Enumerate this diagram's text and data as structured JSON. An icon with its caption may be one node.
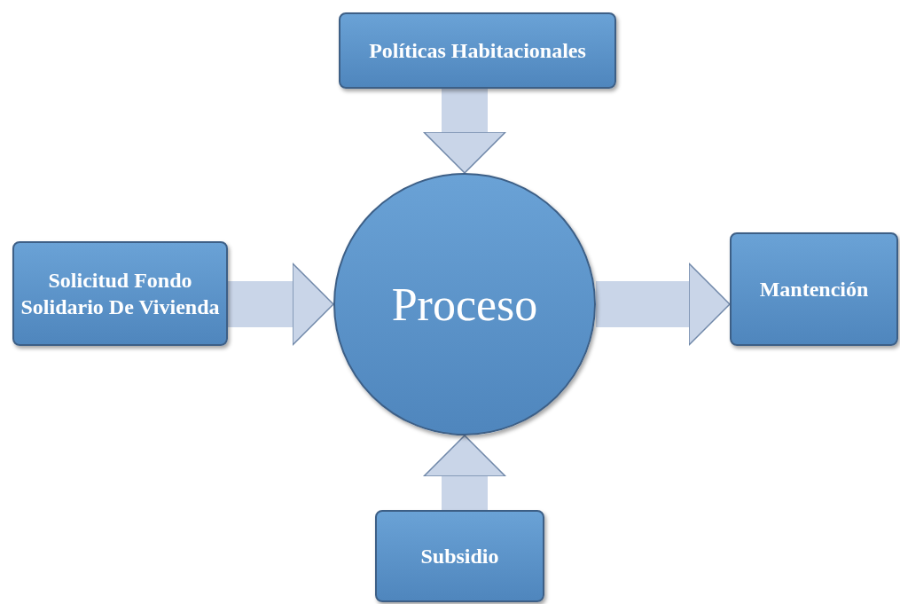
{
  "diagram": {
    "nodes": [
      {
        "text": [
          "Políticas Habitacionales"
        ]
      },
      {
        "text": [
          "Solicitud Fondo Solidario De Vivienda"
        ]
      },
      {
        "text": [
          "Proceso"
        ]
      },
      {
        "text": [
          "Mantención"
        ]
      },
      {
        "text": [
          "Subsidio"
        ]
      }
    ],
    "edges": [
      {
        "from": 0,
        "to": 2,
        "arrow": "to"
      },
      {
        "from": 1,
        "to": 2,
        "arrow": "to"
      },
      {
        "from": 2,
        "to": 3,
        "arrow": "to"
      },
      {
        "from": 4,
        "to": 2,
        "arrow": "to"
      }
    ]
  }
}
